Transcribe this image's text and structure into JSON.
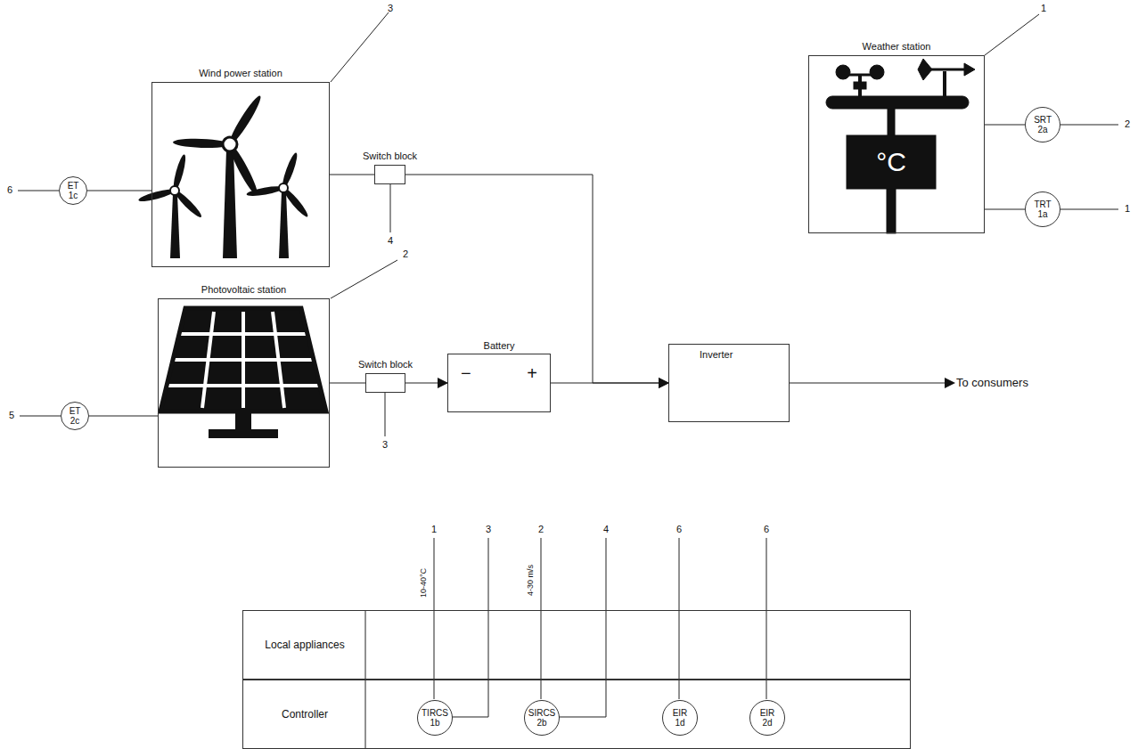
{
  "diagram": {
    "nodes": [
      {
        "text": [
          "Wind power station"
        ]
      },
      {
        "text": [
          "Photovoltaic station"
        ]
      },
      {
        "text": [
          "Weather station"
        ]
      },
      {
        "text": [
          "Switch block"
        ]
      },
      {
        "text": [
          "Switch block"
        ]
      },
      {
        "text": [
          "Battery",
          "−",
          "+"
        ]
      },
      {
        "text": [
          "Inverter"
        ]
      },
      {
        "text": [
          "ET 1c"
        ]
      },
      {
        "text": [
          "ET 2c"
        ]
      },
      {
        "text": [
          "SRT 2a"
        ]
      },
      {
        "text": [
          "TRT 1a"
        ]
      },
      {
        "text": [
          "Local appliances"
        ]
      },
      {
        "text": [
          "Controller"
        ]
      },
      {
        "text": [
          "TIRCS 1b"
        ],
        "in": 12
      },
      {
        "text": [
          "SIRCS 2b"
        ],
        "in": 12
      },
      {
        "text": [
          "EIR 1d"
        ],
        "in": 12
      },
      {
        "text": [
          "EIR 2d"
        ],
        "in": 12
      }
    ],
    "edges": [
      {
        "from": 0,
        "to": 3,
        "arrow": "none"
      },
      {
        "from": 3,
        "to": 6,
        "arrow": "to"
      },
      {
        "from": 1,
        "to": 4,
        "arrow": "none"
      },
      {
        "from": 4,
        "to": 5,
        "arrow": "to"
      },
      {
        "from": 5,
        "to": 6,
        "arrow": "to"
      },
      {
        "from": 7,
        "to": 0,
        "arrow": "none"
      },
      {
        "from": 8,
        "to": 1,
        "arrow": "none"
      },
      {
        "from": 9,
        "to": 2,
        "arrow": "none"
      },
      {
        "from": 10,
        "to": 2,
        "arrow": "none"
      }
    ],
    "labels": [
      "3",
      "6",
      "4",
      "2",
      "5",
      "3",
      "1",
      "2",
      "1",
      "To consumers",
      "°C",
      "1",
      "3",
      "2",
      "4",
      "6",
      "6",
      "10-40°C",
      "4-30 m/s"
    ]
  }
}
